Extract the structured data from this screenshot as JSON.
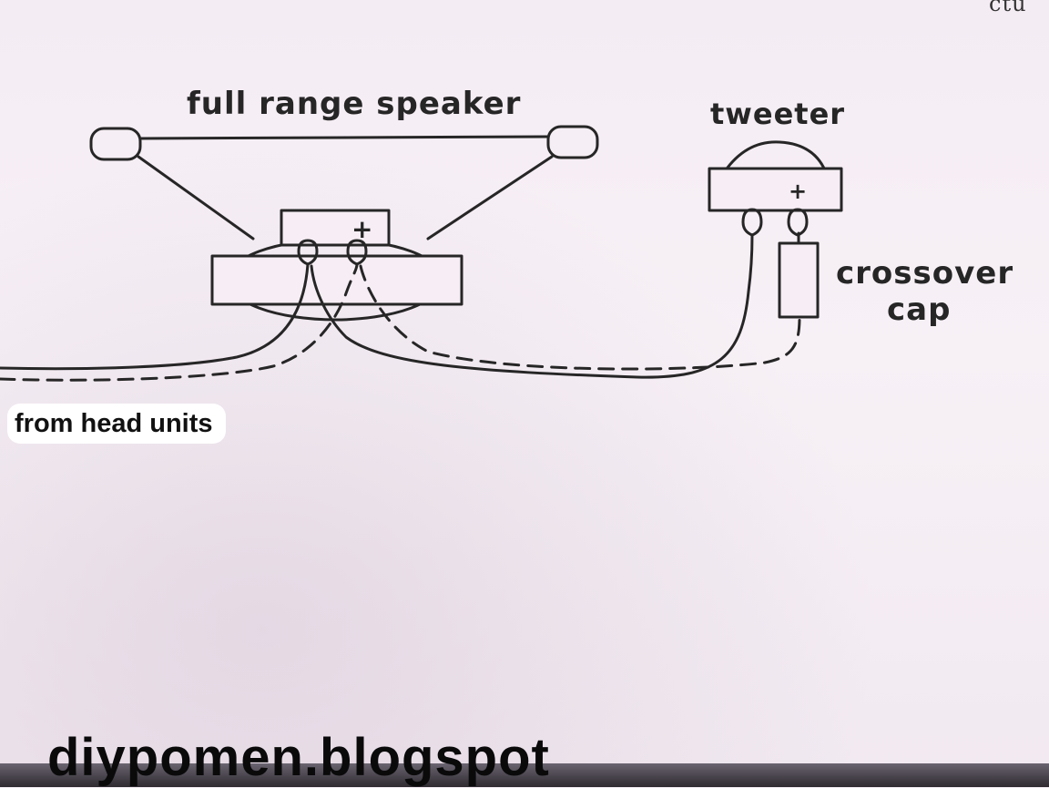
{
  "diagram": {
    "labels": {
      "full_range_speaker": "full range speaker",
      "tweeter": "tweeter",
      "crossover_line1": "crossover",
      "crossover_line2": "cap",
      "from_head_units": "from head units",
      "plus_speaker": "+",
      "plus_tweeter": "+"
    },
    "watermark": "diypomen.blogspot",
    "top_corner_fragment": "ctu",
    "colors": {
      "ink": "#262626",
      "paper": "#f6eef4",
      "label_box": "#ffffff"
    }
  }
}
